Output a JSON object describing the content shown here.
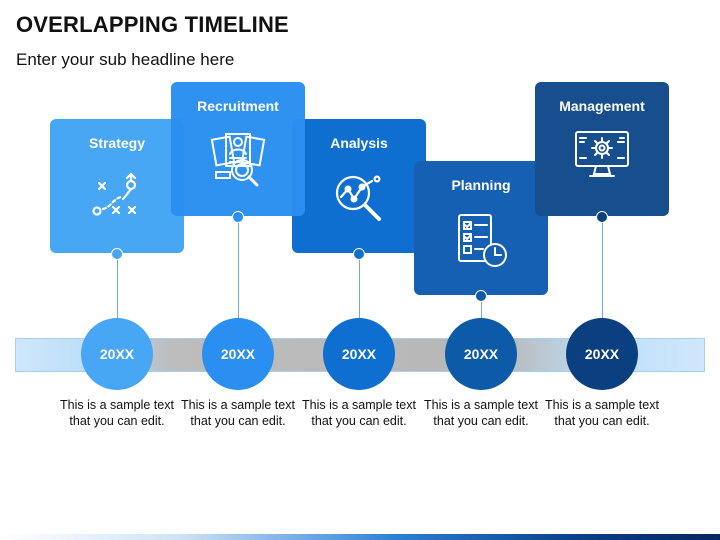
{
  "title": "OVERLAPPING TIMELINE",
  "subtitle": "Enter your sub headline here",
  "colors": {
    "step1": "#47a7f5",
    "step2": "#2a8ff0",
    "step3": "#0f6fd0",
    "step4": "#0d5aa8",
    "step5": "#0a3f80",
    "card4": "#1660b4",
    "card5": "#174e8e"
  },
  "steps": [
    {
      "label": "Strategy",
      "icon": "strategy-play-icon",
      "year": "20XX",
      "desc_line1": "This is a sample text",
      "desc_line2": "that you can edit."
    },
    {
      "label": "Recruitment",
      "icon": "resume-search-icon",
      "year": "20XX",
      "desc_line1": "This is a sample text",
      "desc_line2": "that you can edit."
    },
    {
      "label": "Analysis",
      "icon": "magnifier-chart-icon",
      "year": "20XX",
      "desc_line1": "This is a sample text",
      "desc_line2": "that you can edit."
    },
    {
      "label": "Planning",
      "icon": "checklist-clock-icon",
      "year": "20XX",
      "desc_line1": "This is a sample text",
      "desc_line2": "that you can edit."
    },
    {
      "label": "Management",
      "icon": "monitor-gear-icon",
      "year": "20XX",
      "desc_line1": "This is a sample text",
      "desc_line2": "that you can edit."
    }
  ]
}
